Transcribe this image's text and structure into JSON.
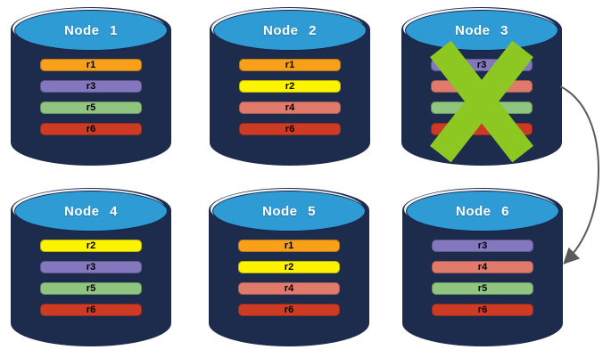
{
  "diagram": {
    "background": "#ffffff",
    "colors": {
      "cylinder_body": "#1D2B4D",
      "cylinder_top": "#2F9BD4",
      "title_text": "#ffffff",
      "replica_text": "#000000",
      "failure_x": "#8CC821",
      "arrow": "#5A5A5A"
    },
    "replica_colors": {
      "r1": "#F9A01B",
      "r2": "#FBF300",
      "r3": "#8377BE",
      "r4": "#E07A6B",
      "r5": "#8FC57F",
      "r6": "#CE3B24"
    },
    "nodes": [
      {
        "id": "node-1",
        "title": "Node 1",
        "failed": false,
        "replicas": [
          {
            "label": "r1",
            "color": "#F9A01B"
          },
          {
            "label": "r3",
            "color": "#8377BE"
          },
          {
            "label": "r5",
            "color": "#8FC57F"
          },
          {
            "label": "r6",
            "color": "#CE3B24"
          }
        ]
      },
      {
        "id": "node-2",
        "title": "Node 2",
        "failed": false,
        "replicas": [
          {
            "label": "r1",
            "color": "#F9A01B"
          },
          {
            "label": "r2",
            "color": "#FBF300"
          },
          {
            "label": "r4",
            "color": "#E07A6B"
          },
          {
            "label": "r6",
            "color": "#CE3B24"
          }
        ]
      },
      {
        "id": "node-3",
        "title": "Node 3",
        "failed": true,
        "replicas": [
          {
            "label": "r3",
            "color": "#8377BE"
          },
          {
            "label": "",
            "color": "#E07A6B"
          },
          {
            "label": "",
            "color": "#8FC57F"
          },
          {
            "label": "",
            "color": "#CE3B24"
          }
        ]
      },
      {
        "id": "node-4",
        "title": "Node 4",
        "failed": false,
        "replicas": [
          {
            "label": "r2",
            "color": "#FBF300"
          },
          {
            "label": "r3",
            "color": "#8377BE"
          },
          {
            "label": "r5",
            "color": "#8FC57F"
          },
          {
            "label": "r6",
            "color": "#CE3B24"
          }
        ]
      },
      {
        "id": "node-5",
        "title": "Node 5",
        "failed": false,
        "replicas": [
          {
            "label": "r1",
            "color": "#F9A01B"
          },
          {
            "label": "r2",
            "color": "#FBF300"
          },
          {
            "label": "r4",
            "color": "#E07A6B"
          },
          {
            "label": "r6",
            "color": "#CE3B24"
          }
        ]
      },
      {
        "id": "node-6",
        "title": "Node 6",
        "failed": false,
        "replicas": [
          {
            "label": "r3",
            "color": "#8377BE"
          },
          {
            "label": "r4",
            "color": "#E07A6B"
          },
          {
            "label": "r5",
            "color": "#8FC57F"
          },
          {
            "label": "r6",
            "color": "#CE3B24"
          }
        ]
      }
    ],
    "arrow": {
      "from": "node-3",
      "to": "node-6"
    }
  }
}
